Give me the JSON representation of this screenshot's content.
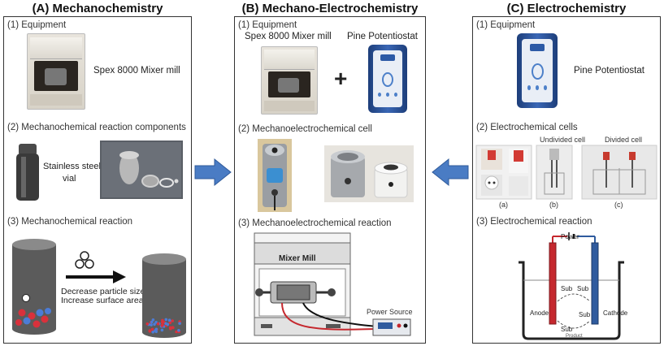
{
  "panels": {
    "a": {
      "title": "(A) Mechanochemistry",
      "sec1": "(1) Equipment",
      "mill_label": "Spex 8000 Mixer mill",
      "sec2": "(2) Mechanochemical reaction components",
      "vial_label_1": "Stainless steel",
      "vial_label_2": "vial",
      "sec3": "(3) Mechanochemical reaction",
      "arrow_text_1": "Decrease particle size",
      "arrow_text_2": "Increase surface area"
    },
    "b": {
      "title": "(B) Mechano-Electrochemistry",
      "sec1": "(1) Equipment",
      "mill_label": "Spex 8000 Mixer mill",
      "pot_label": "Pine Potentiostat",
      "plus": "+",
      "sec2": "(2) Mechanoelectrochemical cell",
      "sec3": "(3) Mechanoelectrochemical reaction",
      "mixer_mill_label": "Mixer Mill",
      "power_source_label": "Power Source"
    },
    "c": {
      "title": "(C) Electrochemistry",
      "sec1": "(1) Equipment",
      "pot_label": "Pine Potentiostat",
      "sec2": "(2) Electrochemical cells",
      "undivided_label": "Undivided cell",
      "divided_label": "Divided cell",
      "sub_a": "(a)",
      "sub_b": "(b)",
      "sub_c": "(c)",
      "sec3": "(3) Electrochemical reaction",
      "power_label": "Power",
      "sub_1": "Sub",
      "sub_2": "Sub",
      "sub_3": "Sub",
      "sub_4": "Sub",
      "anode_label": "Anode",
      "cathode_label": "Cathode",
      "product_label": "Product"
    }
  },
  "colors": {
    "arrow_blue": "#4a7cc4",
    "potentiostat_blue": "#2c5aa6",
    "particle_red": "#d9313c",
    "particle_blue": "#4c7cd6",
    "cylinder_gray": "#5d5d5d",
    "anode_red": "#c5282e",
    "cathode_blue": "#2f5b9e"
  }
}
